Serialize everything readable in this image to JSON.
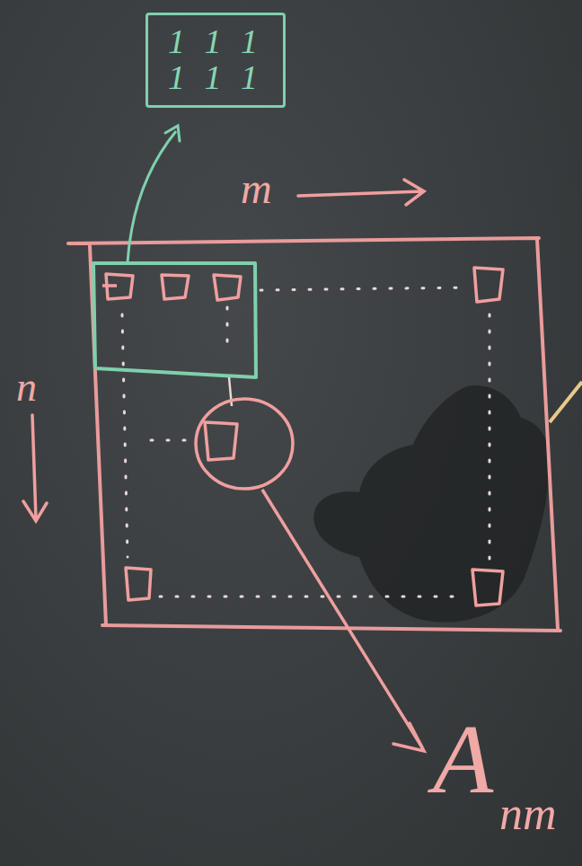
{
  "diagram": {
    "nodes": [
      {
        "text": [
          "1 1 1",
          "1 1 1"
        ]
      }
    ],
    "labels": [
      "m",
      "n",
      "A",
      "nm"
    ]
  }
}
